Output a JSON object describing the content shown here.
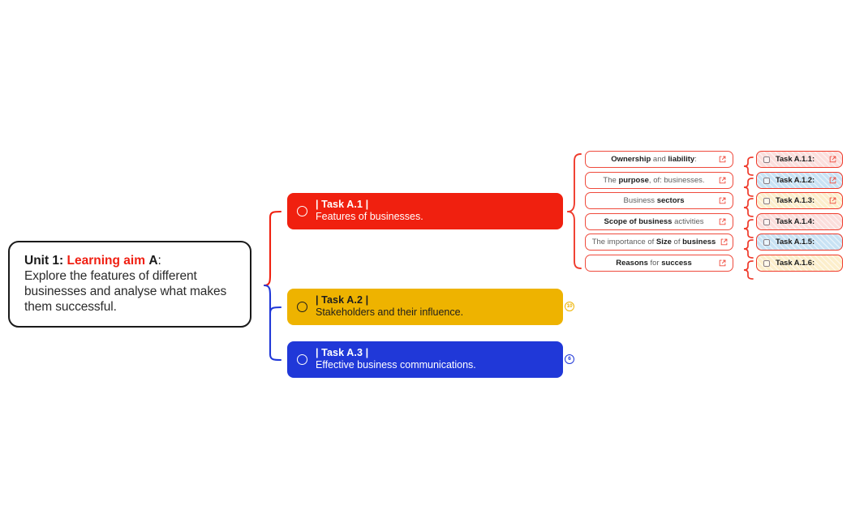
{
  "root": {
    "unit_label": "Unit 1:",
    "aim_label": "Learning aim",
    "aim_letter": "A",
    "colon": ":",
    "description": "Explore the features of different businesses and analyse what makes them successful."
  },
  "tasks": [
    {
      "id": "a1",
      "title": "| Task A.1 |",
      "subtitle": "Features of businesses.",
      "color": "#f0200f",
      "badge": null
    },
    {
      "id": "a2",
      "title": "| Task A.2 |",
      "subtitle": "Stakeholders and their influence.",
      "color": "#eeb300",
      "badge": "10"
    },
    {
      "id": "a3",
      "title": "| Task A.3 |",
      "subtitle": "Effective business communications.",
      "color": "#2038d8",
      "badge": "6"
    }
  ],
  "topics": [
    {
      "pre": "",
      "strong": "Ownership",
      "mid": " and ",
      "strong2": "liability",
      "post": ":",
      "link": true
    },
    {
      "pre": "The ",
      "strong": "purpose",
      "mid": "",
      "strong2": "",
      "post": ", of: businesses.",
      "link": true
    },
    {
      "pre": "Business ",
      "strong": "sectors",
      "mid": "",
      "strong2": "",
      "post": "",
      "link": true
    },
    {
      "pre": "",
      "strong": "Scope of business",
      "mid": " ",
      "strong2": "",
      "post": "activities",
      "link": true
    },
    {
      "pre": "The importance of ",
      "strong": "Size",
      "mid": " of ",
      "strong2": "business",
      "post": "",
      "link": true
    },
    {
      "pre": "",
      "strong": "Reasons",
      "mid": " for ",
      "strong2": "success",
      "post": "",
      "link": true
    }
  ],
  "leaves": [
    {
      "label": "Task A.1.1:",
      "tint": "tint-pink",
      "link": true
    },
    {
      "label": "Task A.1.2:",
      "tint": "tint-blue",
      "link": true
    },
    {
      "label": "Task A.1.3:",
      "tint": "tint-yellow",
      "link": true
    },
    {
      "label": "Task A.1.4:",
      "tint": "tint-pink",
      "link": false
    },
    {
      "label": "Task A.1.5:",
      "tint": "tint-blue",
      "link": false
    },
    {
      "label": "Task A.1.6:",
      "tint": "tint-yellow",
      "link": false
    }
  ],
  "colors": {
    "red": "#f0200f",
    "brace_red": "#ef3a2b",
    "blue": "#2038d8",
    "gold": "#eeb300",
    "root_border": "#1a1a1a"
  },
  "icons": {
    "external_link": "external-link-icon",
    "bullet": "circle-bullet-icon",
    "checkbox": "checkbox-icon"
  }
}
